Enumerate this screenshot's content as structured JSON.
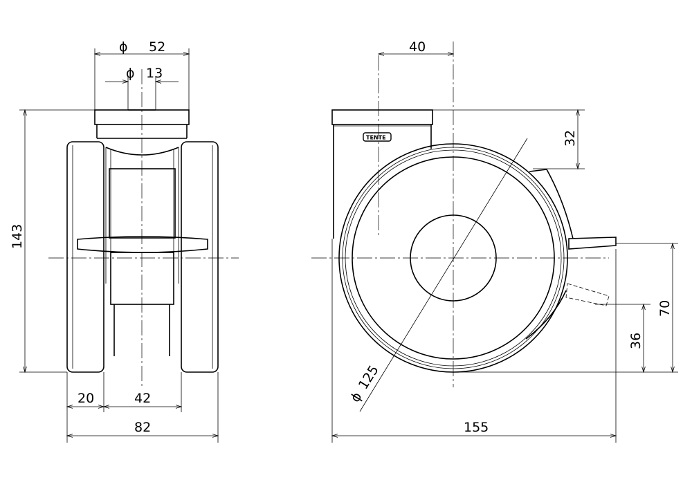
{
  "logo_text": "TENTE",
  "diameter_symbol": "ϕ",
  "front_view": {
    "plate_diameter": "52",
    "bore_diameter": "13",
    "overall_height": "143",
    "wheel_width": "20",
    "inner_spacing": "42",
    "overall_width": "82"
  },
  "side_view": {
    "offset": "40",
    "plate_height": "32",
    "brake_lever_height": "70",
    "brake_lever_low_height": "36",
    "overall_length": "155",
    "wheel_diameter": "125"
  }
}
